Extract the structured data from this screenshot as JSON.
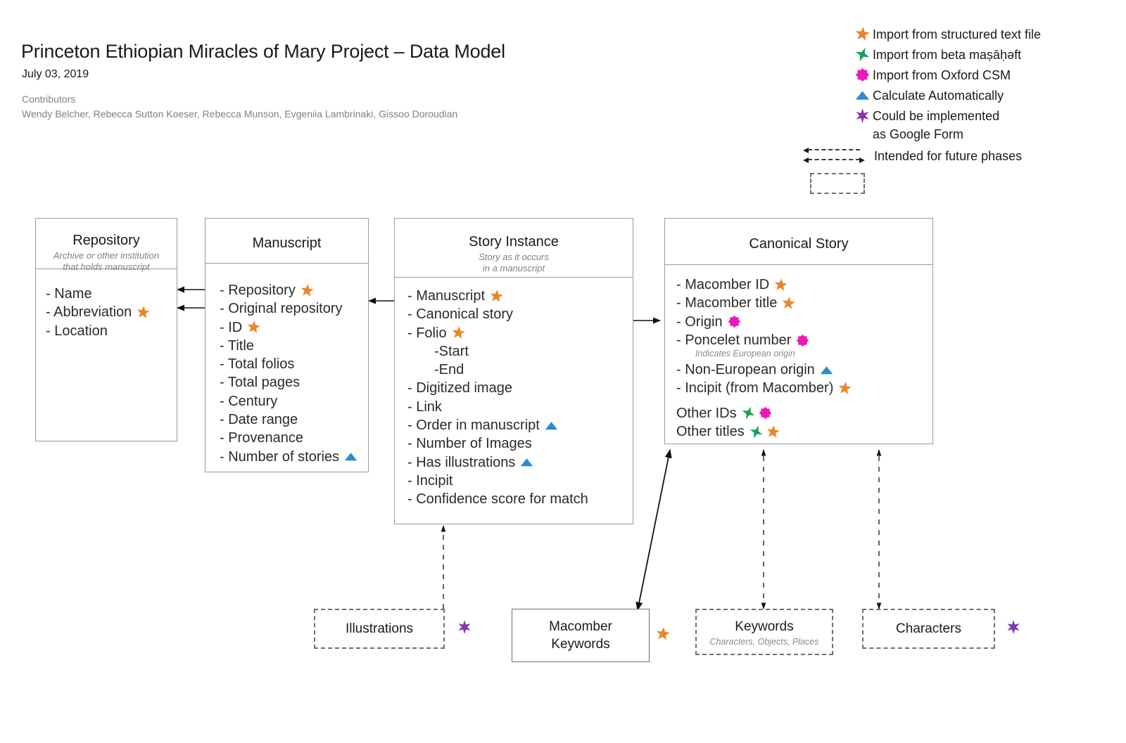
{
  "header": {
    "title": "Princeton Ethiopian Miracles of Mary Project – Data Model",
    "date": "July 03, 2019",
    "contributors_label": "Contributors",
    "contributors": "Wendy Belcher, Rebecca Sutton Koeser, Rebecca Munson, Evgeniia Lambrinaki, Gissoo Doroudian"
  },
  "legend": {
    "items": [
      {
        "marker": "orange-star-icon",
        "label": "Import from structured text file"
      },
      {
        "marker": "green-4star-icon",
        "label": "Import from beta maṣāḥəft"
      },
      {
        "marker": "magenta-burst-icon",
        "label": "Import from Oxford CSM"
      },
      {
        "marker": "blue-triangle-icon",
        "label": "Calculate Automatically"
      },
      {
        "marker": "purple-6star-icon",
        "label": "Could be implemented\nas Google Form"
      }
    ],
    "future_phases_label": "Intended for future phases"
  },
  "colors": {
    "orange": "#E8862A",
    "green": "#16A05A",
    "magenta": "#EE18B8",
    "blue": "#2E8BCE",
    "purple": "#8535B0",
    "box_border": "#9a9a9a",
    "dash_border": "#6f6f6f",
    "text": "#1a1a1a",
    "muted": "#808080"
  },
  "entities": [
    {
      "id": "repository",
      "title": "Repository",
      "subtitle": "Archive or other institution\nthat holds manuscript",
      "fields": [
        {
          "text": "- Name",
          "markers": []
        },
        {
          "text": "- Abbreviation",
          "markers": [
            "orange-star-icon"
          ]
        },
        {
          "text": "- Location",
          "markers": []
        }
      ]
    },
    {
      "id": "manuscript",
      "title": "Manuscript",
      "subtitle": "",
      "fields": [
        {
          "text": "- Repository",
          "markers": [
            "orange-star-icon"
          ]
        },
        {
          "text": "- Original repository",
          "markers": []
        },
        {
          "text": "- ID",
          "markers": [
            "orange-star-icon"
          ]
        },
        {
          "text": "- Title",
          "markers": []
        },
        {
          "text": "- Total folios",
          "markers": []
        },
        {
          "text": "- Total pages",
          "markers": []
        },
        {
          "text": "- Century",
          "markers": []
        },
        {
          "text": "- Date range",
          "markers": []
        },
        {
          "text": "- Provenance",
          "markers": []
        },
        {
          "text": "- Number of stories",
          "markers": [
            "blue-triangle-icon"
          ]
        }
      ]
    },
    {
      "id": "story-instance",
      "title": "Story Instance",
      "subtitle": "Story as it occurs\nin a manuscript",
      "fields": [
        {
          "text": "- Manuscript",
          "markers": [
            "orange-star-icon"
          ]
        },
        {
          "text": "- Canonical story",
          "markers": []
        },
        {
          "text": "- Folio",
          "markers": [
            "orange-star-icon"
          ]
        },
        {
          "text": "-Start",
          "markers": [],
          "indent": true
        },
        {
          "text": "-End",
          "markers": [],
          "indent": true
        },
        {
          "text": "- Digitized image",
          "markers": []
        },
        {
          "text": "- Link",
          "markers": []
        },
        {
          "text": "- Order in manuscript",
          "markers": [
            "blue-triangle-icon"
          ]
        },
        {
          "text": "- Number of Images",
          "markers": []
        },
        {
          "text": "- Has illustrations",
          "markers": [
            "blue-triangle-icon"
          ]
        },
        {
          "text": "- Incipit",
          "markers": []
        },
        {
          "text": "- Confidence score for match",
          "markers": []
        }
      ]
    },
    {
      "id": "canonical-story",
      "title": "Canonical Story",
      "subtitle": "",
      "fields": [
        {
          "text": "- Macomber ID",
          "markers": [
            "orange-star-icon"
          ]
        },
        {
          "text": "- Macomber title",
          "markers": [
            "orange-star-icon"
          ]
        },
        {
          "text": "- Origin",
          "markers": [
            "magenta-burst-icon"
          ]
        },
        {
          "text": "- Poncelet number",
          "markers": [
            "magenta-burst-icon"
          ],
          "note": "Indicates European origin"
        },
        {
          "text": "- Non-European origin",
          "markers": [
            "blue-triangle-icon"
          ]
        },
        {
          "text": "- Incipit (from Macomber)",
          "markers": [
            "orange-star-icon"
          ]
        },
        {
          "text": "Other IDs",
          "markers": [
            "green-4star-icon",
            "magenta-burst-icon"
          ],
          "gap": true
        },
        {
          "text": "Other titles",
          "markers": [
            "green-4star-icon",
            "orange-star-icon"
          ]
        }
      ]
    }
  ],
  "leaf_boxes": [
    {
      "id": "illustrations",
      "title": "Illustrations",
      "subtitle": "",
      "style": "dashed",
      "marker": "purple-6star-icon"
    },
    {
      "id": "macomber-keywords",
      "title": "Macomber\nKeywords",
      "subtitle": "",
      "style": "solid",
      "marker": "orange-star-icon"
    },
    {
      "id": "keywords",
      "title": "Keywords",
      "subtitle": "Characters, Objects, Places",
      "style": "dashed",
      "marker": ""
    },
    {
      "id": "characters",
      "title": "Characters",
      "subtitle": "",
      "style": "dashed",
      "marker": "purple-6star-icon"
    }
  ]
}
